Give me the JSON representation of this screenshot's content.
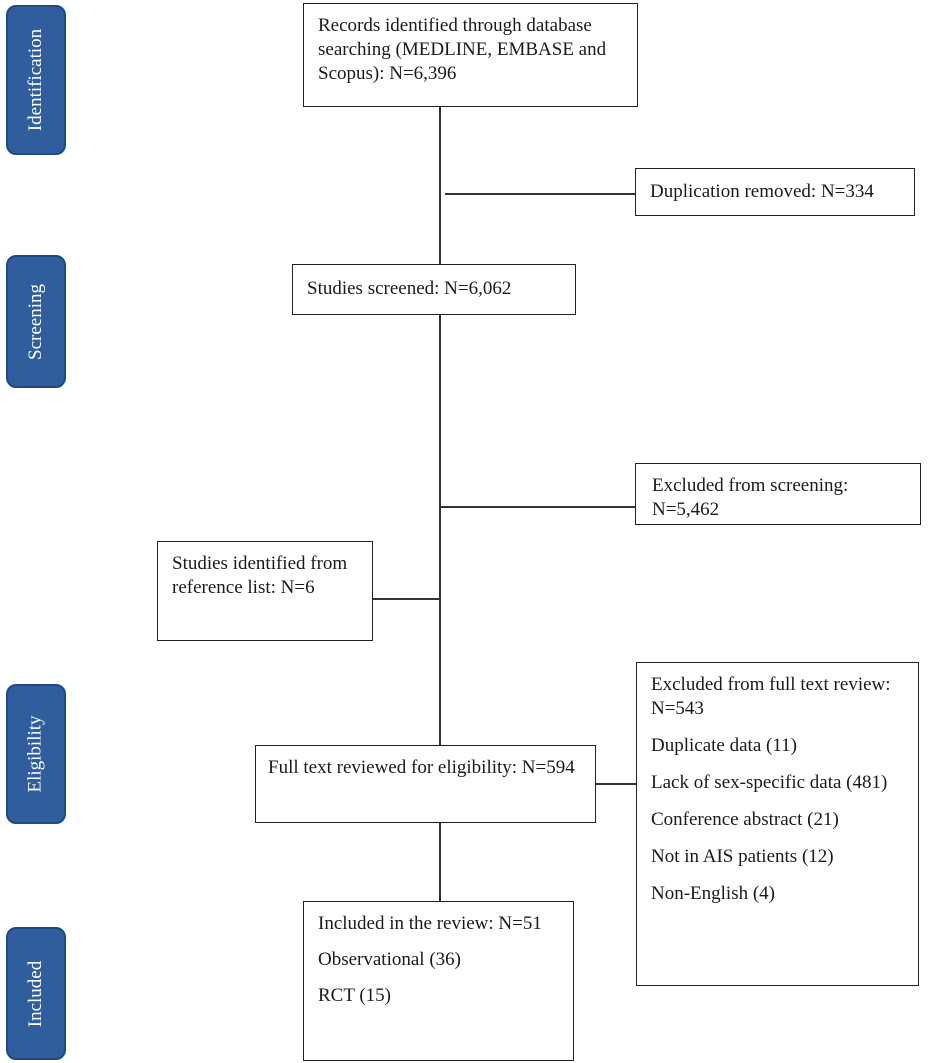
{
  "phases": {
    "identification": "Identification",
    "screening": "Screening",
    "eligibility": "Eligibility",
    "included": "Included"
  },
  "boxes": {
    "records": "Records identified through database searching (MEDLINE, EMBASE and Scopus): N=6,396",
    "duplicates": "Duplication removed: N=334",
    "screened": "Studies screened: N=6,062",
    "excluded_screening": "Excluded from screening: N=5,462",
    "reference_list": "Studies identified from reference list: N=6",
    "full_text": "Full text reviewed for eligibility: N=594",
    "excluded_full": {
      "title": "Excluded from full text review: N=543",
      "items": [
        "Duplicate data (11)",
        "Lack of sex-specific data (481)",
        "Conference abstract (21)",
        "Not in AIS patients (12)",
        "Non-English (4)"
      ]
    },
    "included": {
      "title": "Included in the review: N=51",
      "items": [
        "Observational (36)",
        "RCT (15)"
      ]
    }
  }
}
